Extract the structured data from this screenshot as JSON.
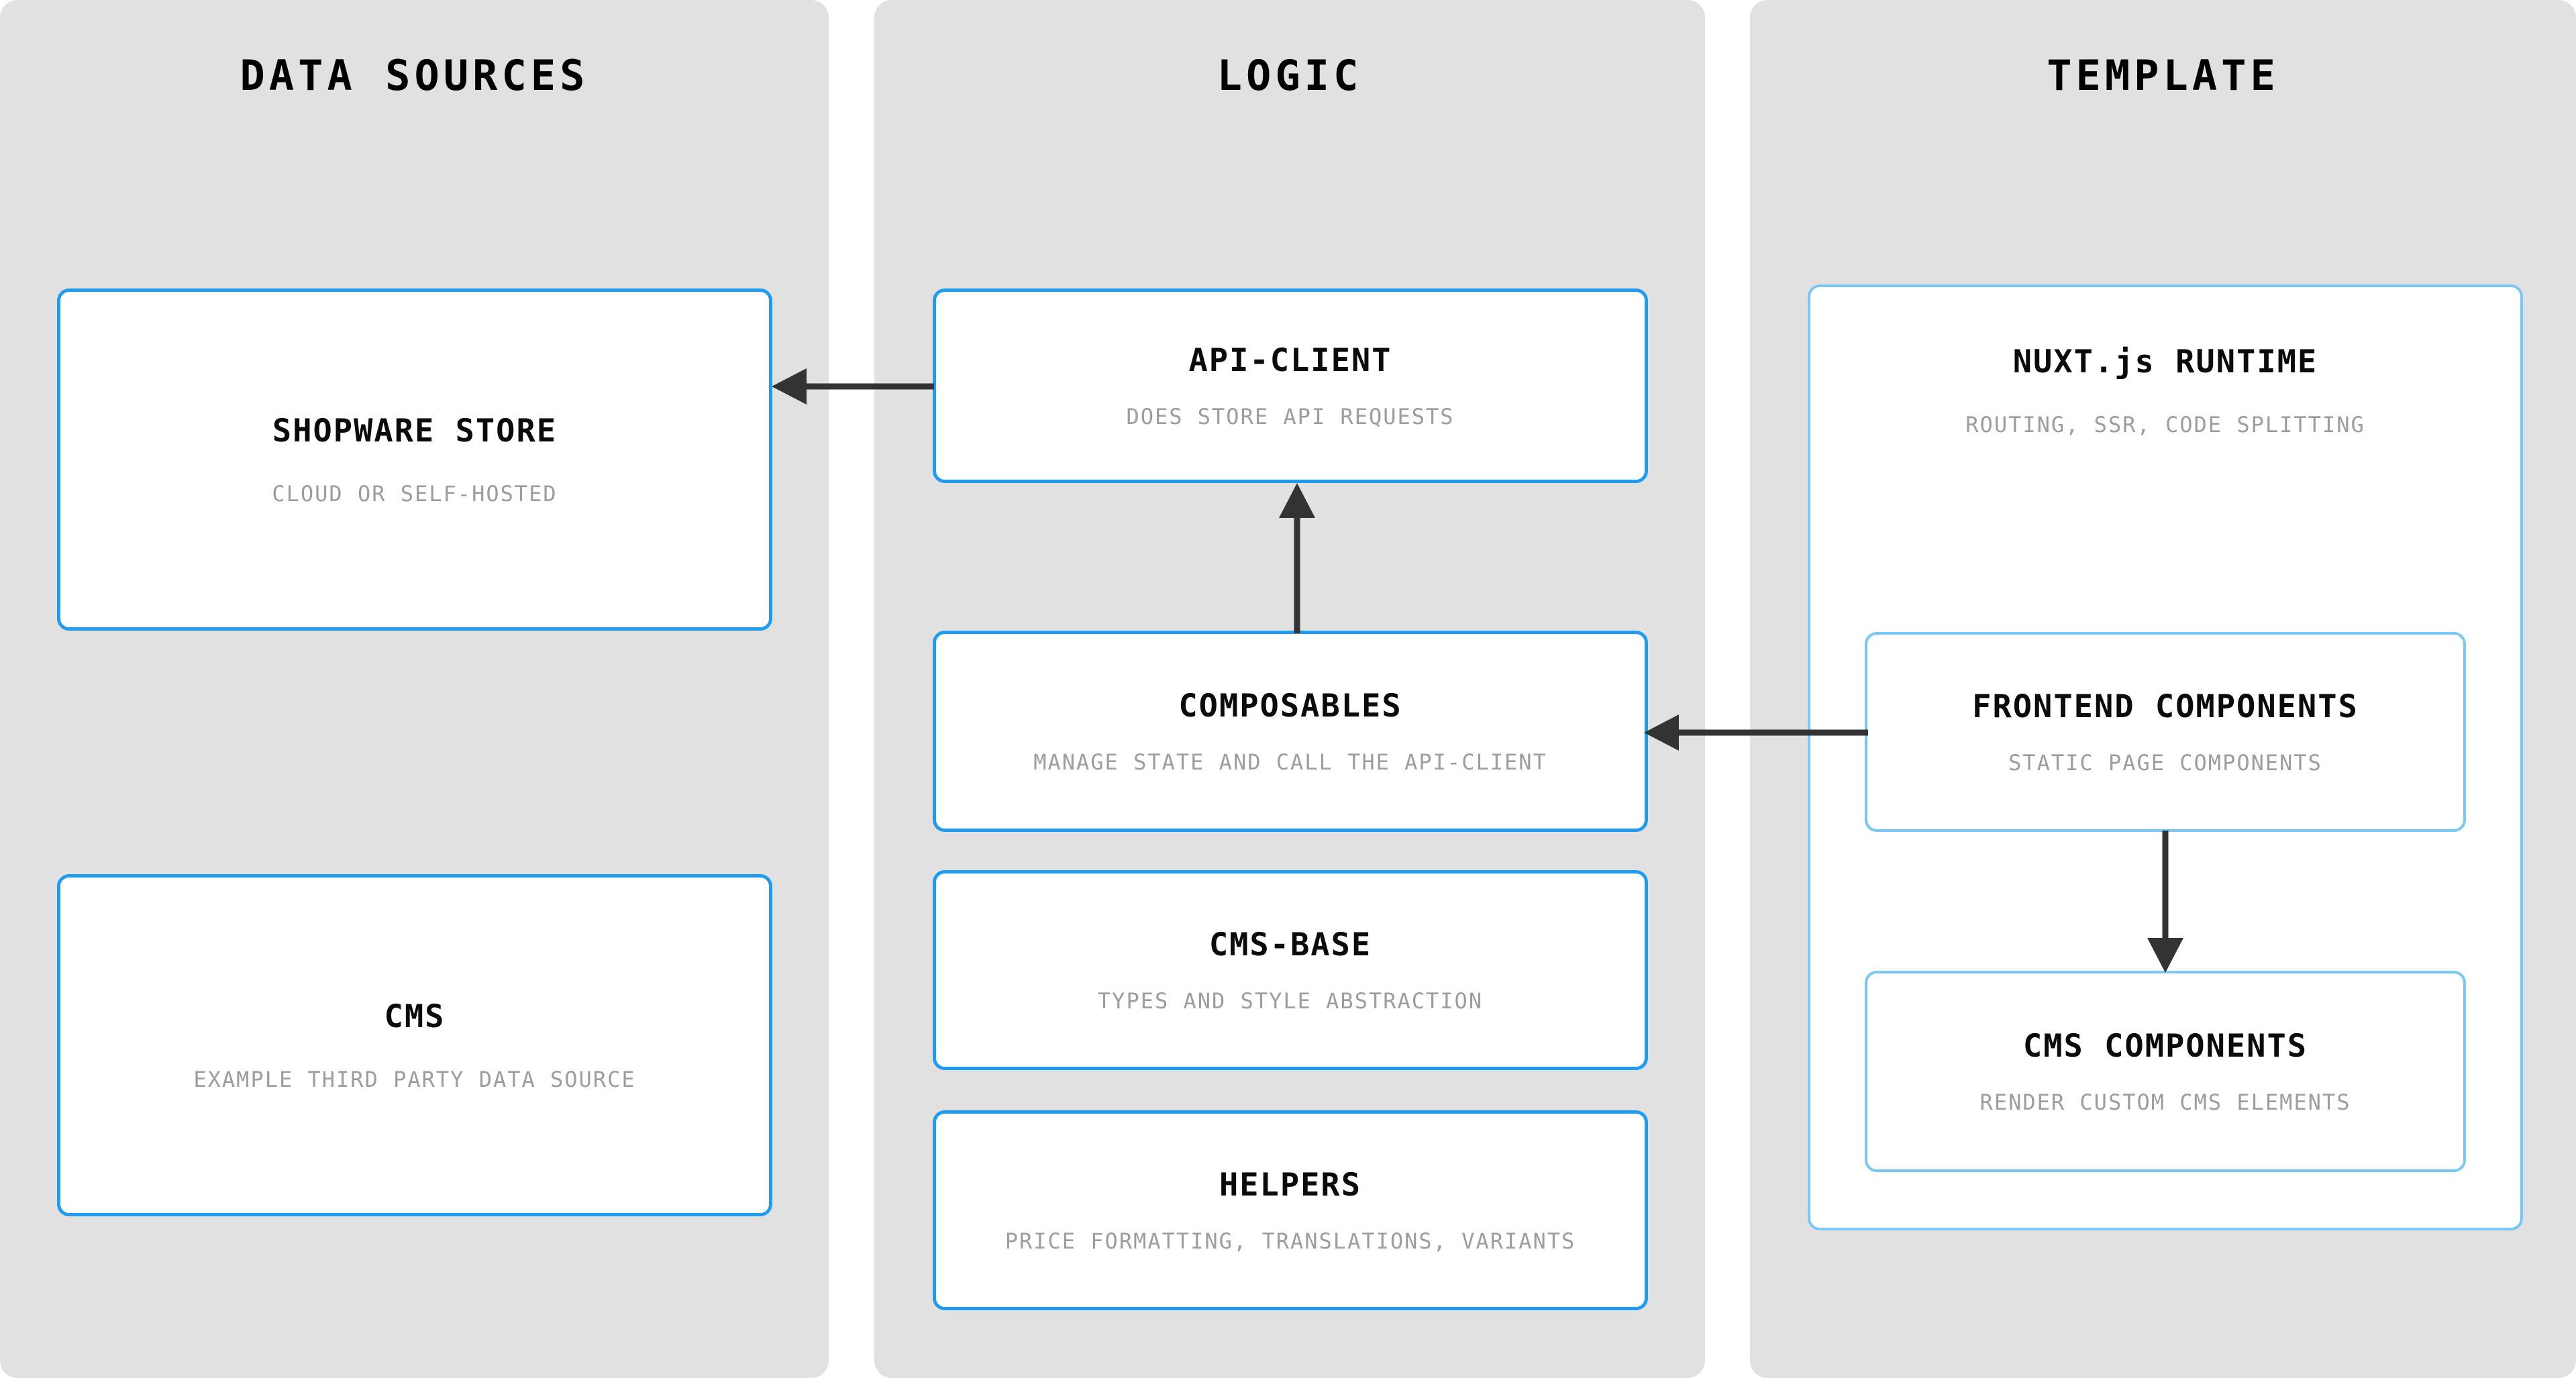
{
  "diagram": {
    "title_colors": {
      "panel_bg": "#e1e1e1",
      "node_border": "#1f9cf0",
      "node_border_light": "#7ac7f5",
      "node_bg": "#ffffff",
      "title_text": "#000000",
      "subtitle_text": "#9d9d9d",
      "arrow": "#333333",
      "canvas_bg": "#ffffff"
    },
    "lanes": [
      {
        "id": "data-sources",
        "label": "DATA SOURCES"
      },
      {
        "id": "logic",
        "label": "LOGIC"
      },
      {
        "id": "template",
        "label": "TEMPLATE"
      }
    ],
    "nodes": {
      "shopware_store": {
        "title": "SHOPWARE STORE",
        "subtitle": "CLOUD OR SELF-HOSTED"
      },
      "cms": {
        "title": "CMS",
        "subtitle": "EXAMPLE THIRD PARTY DATA SOURCE"
      },
      "api_client": {
        "title": "API-CLIENT",
        "subtitle": "DOES STORE API REQUESTS"
      },
      "composables": {
        "title": "COMPOSABLES",
        "subtitle": "MANAGE STATE AND CALL THE API-CLIENT"
      },
      "cms_base": {
        "title": "CMS-BASE",
        "subtitle": "TYPES AND STYLE ABSTRACTION"
      },
      "helpers": {
        "title": "HELPERS",
        "subtitle": "PRICE FORMATTING, TRANSLATIONS, VARIANTS"
      },
      "nuxt_runtime": {
        "title": "NUXT.js RUNTIME",
        "subtitle": "ROUTING, SSR, CODE SPLITTING"
      },
      "frontend_components": {
        "title": "FRONTEND COMPONENTS",
        "subtitle": "STATIC PAGE COMPONENTS"
      },
      "cms_components": {
        "title": "CMS COMPONENTS",
        "subtitle": "RENDER CUSTOM CMS ELEMENTS"
      }
    },
    "edges": [
      {
        "id": "api-client-to-shopware-store",
        "from": "api_client",
        "to": "shopware_store",
        "direction": "left"
      },
      {
        "id": "composables-to-api-client",
        "from": "composables",
        "to": "api_client",
        "direction": "up"
      },
      {
        "id": "frontend-components-to-composables",
        "from": "frontend_components",
        "to": "composables",
        "direction": "left"
      },
      {
        "id": "frontend-components-to-cms-components",
        "from": "frontend_components",
        "to": "cms_components",
        "direction": "down"
      }
    ]
  }
}
